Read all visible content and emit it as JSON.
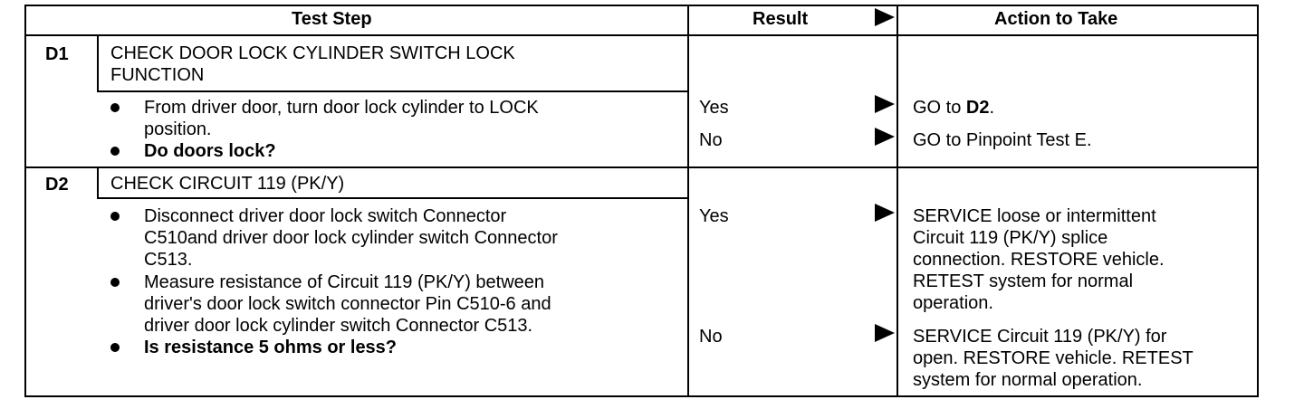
{
  "header": {
    "test_step": "Test Step",
    "result": "Result",
    "action": "Action to Take"
  },
  "rows": [
    {
      "id": "D1",
      "title_line1": "CHECK DOOR LOCK CYLINDER SWITCH LOCK",
      "title_line2": "FUNCTION",
      "steps": [
        {
          "lines": [
            "From driver door, turn door lock cylinder to LOCK",
            "position."
          ],
          "bold": false
        },
        {
          "lines": [
            "Do doors lock?"
          ],
          "bold": true
        }
      ],
      "results": [
        {
          "result": "Yes",
          "action_prefix": "GO to ",
          "action_bold": "D2",
          "action_suffix": "."
        },
        {
          "result": "No",
          "action": "GO to Pinpoint Test E."
        }
      ]
    },
    {
      "id": "D2",
      "title_line1": "CHECK CIRCUIT 119 (PK/Y)",
      "steps": [
        {
          "lines": [
            "Disconnect driver door lock switch Connector",
            "C510and driver door lock cylinder switch Connector",
            "C513."
          ],
          "bold": false
        },
        {
          "lines": [
            "Measure resistance of Circuit 119 (PK/Y) between",
            "driver's door lock switch connector Pin C510-6 and",
            "driver door lock cylinder switch Connector C513."
          ],
          "bold": false
        },
        {
          "lines": [
            "Is resistance 5 ohms or less?"
          ],
          "bold": true
        }
      ],
      "results": [
        {
          "result": "Yes",
          "action_lines": [
            "SERVICE loose or intermittent",
            "Circuit 119 (PK/Y) splice",
            "connection. RESTORE vehicle.",
            "RETEST system for normal",
            "operation."
          ]
        },
        {
          "result": "No",
          "action_lines": [
            "SERVICE Circuit 119 (PK/Y) for",
            "open. RESTORE vehicle. RETEST",
            "system for normal operation."
          ]
        }
      ]
    }
  ]
}
